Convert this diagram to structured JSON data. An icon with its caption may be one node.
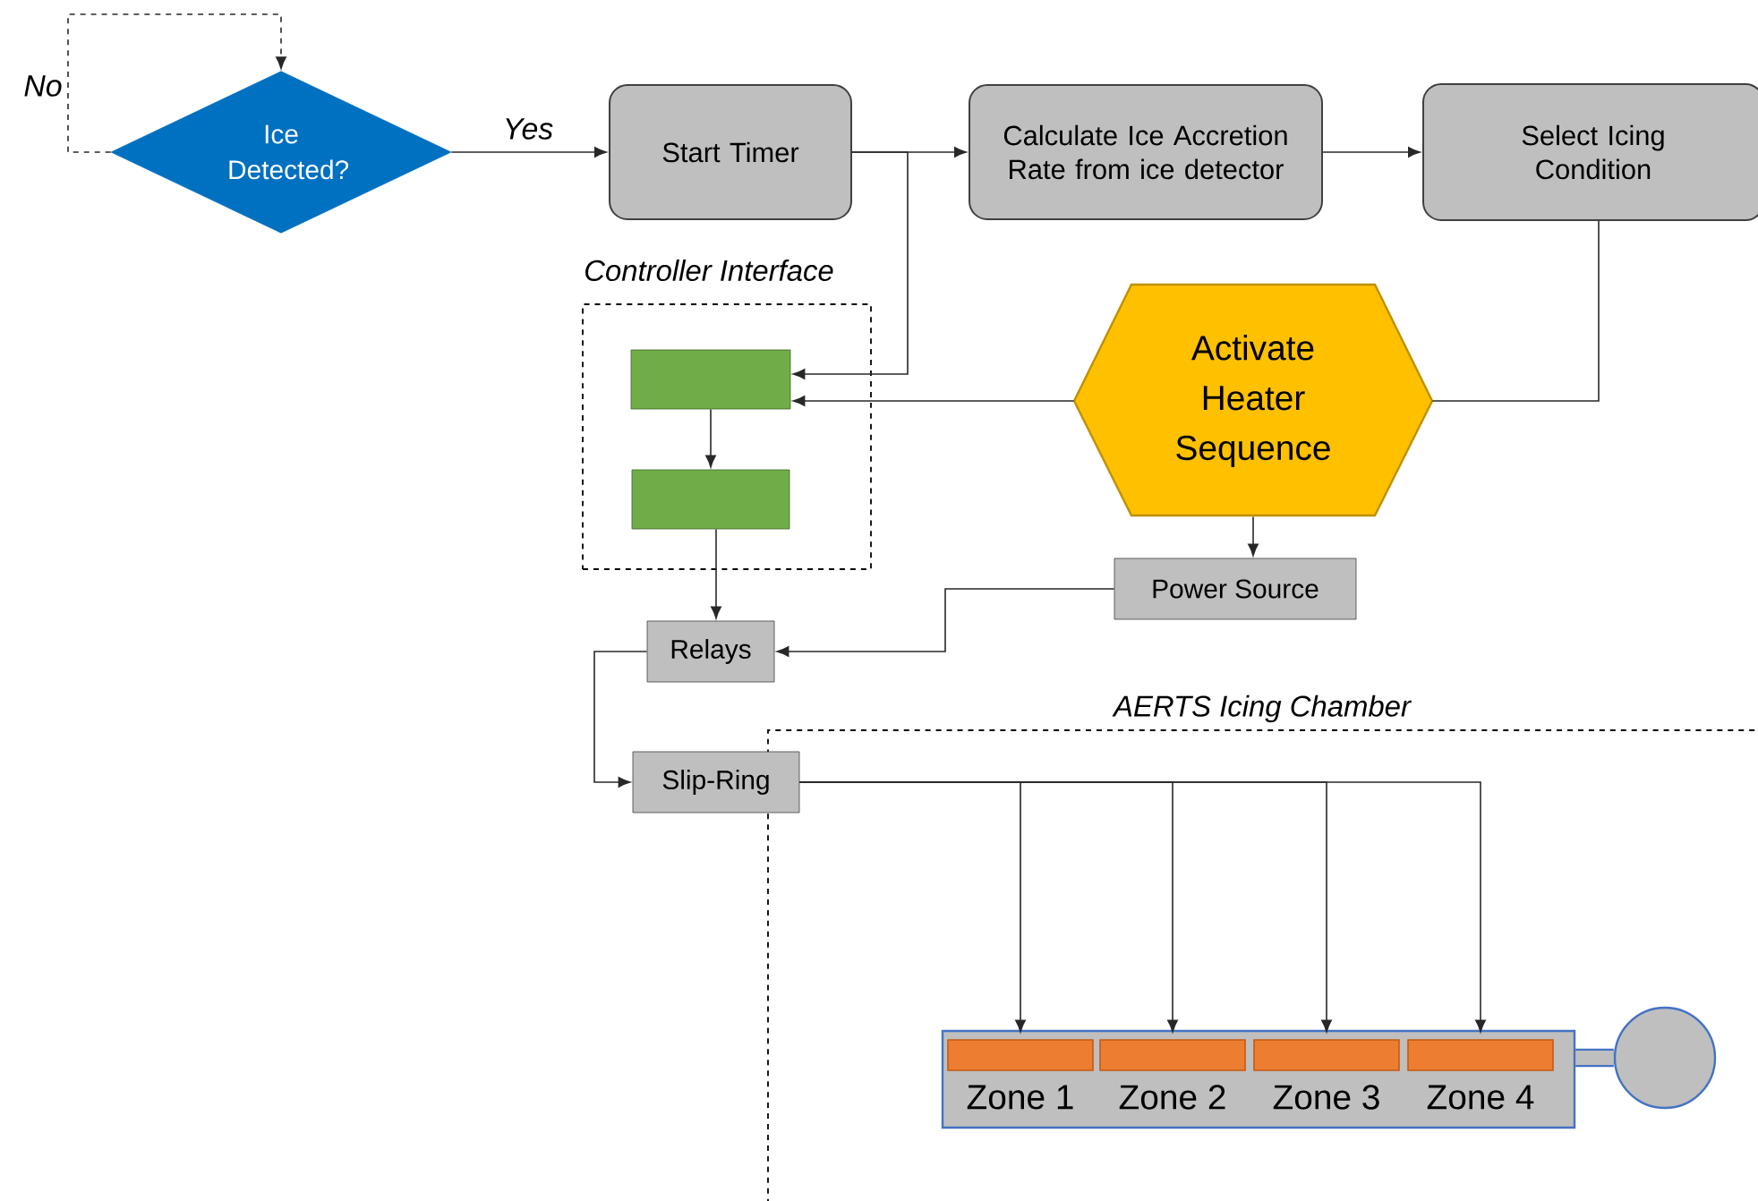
{
  "diagram": {
    "nodes": [
      {
        "text": [
          "Ice Detected?"
        ]
      },
      {
        "text": [
          "Start Timer"
        ]
      },
      {
        "text": [
          "Calculate Ice Accretion Rate from ice detector"
        ]
      },
      {
        "text": [
          "Select Icing Condition"
        ]
      },
      {
        "text": [
          "Controller Interface"
        ]
      },
      {
        "text": [],
        "shape": "box",
        "in": 4
      },
      {
        "text": [],
        "shape": "box",
        "in": 4
      },
      {
        "text": [
          "Activate Heater Sequence"
        ]
      },
      {
        "text": [
          "Power Source"
        ]
      },
      {
        "text": [
          "Relays"
        ]
      },
      {
        "text": [
          "AERTS Icing Chamber"
        ]
      },
      {
        "text": [
          "Slip-Ring"
        ]
      },
      {
        "text": [],
        "shape": "bar",
        "in": 10
      },
      {
        "text": [
          "Zone 1"
        ],
        "in": 12
      },
      {
        "text": [
          "Zone 2"
        ],
        "in": 12
      },
      {
        "text": [
          "Zone 3"
        ],
        "in": 12
      },
      {
        "text": [
          "Zone 4"
        ],
        "in": 12
      },
      {
        "text": [],
        "shape": "circle",
        "in": 10
      }
    ],
    "edges": [
      {
        "from": 0,
        "to": 0,
        "arrow": "to",
        "label": "No",
        "style": "dashed"
      },
      {
        "from": 0,
        "to": 1,
        "arrow": "to",
        "label": "Yes"
      },
      {
        "from": 1,
        "to": 2,
        "arrow": "to"
      },
      {
        "from": 1,
        "to": 5,
        "arrow": "to"
      },
      {
        "from": 2,
        "to": 3,
        "arrow": "to"
      },
      {
        "from": 3,
        "to": 7,
        "arrow": "none"
      },
      {
        "from": 7,
        "to": 5,
        "arrow": "to"
      },
      {
        "from": 5,
        "to": 6,
        "arrow": "to"
      },
      {
        "from": 6,
        "to": 9,
        "arrow": "to"
      },
      {
        "from": 7,
        "to": 8,
        "arrow": "to"
      },
      {
        "from": 8,
        "to": 9,
        "arrow": "to"
      },
      {
        "from": 9,
        "to": 11,
        "arrow": "to"
      },
      {
        "from": 11,
        "to": 13,
        "arrow": "to"
      },
      {
        "from": 11,
        "to": 14,
        "arrow": "to"
      },
      {
        "from": 11,
        "to": 15,
        "arrow": "to"
      },
      {
        "from": 11,
        "to": 16,
        "arrow": "to"
      },
      {
        "from": 12,
        "to": 17,
        "arrow": "none",
        "style": "thick",
        "color": "#4472c4"
      }
    ]
  }
}
